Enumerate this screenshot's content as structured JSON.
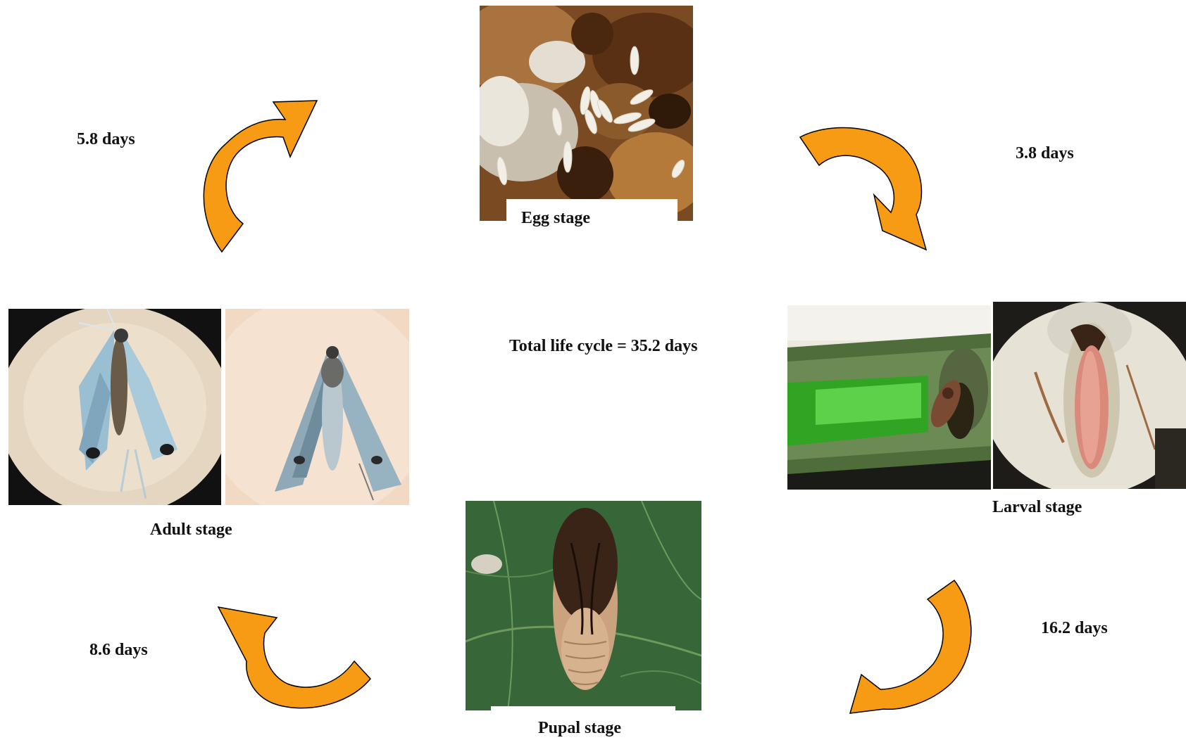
{
  "center_label": "Total life cycle = 35.2 days",
  "stages": {
    "egg": {
      "label": "Egg stage"
    },
    "larval": {
      "label": "Larval stage"
    },
    "pupal": {
      "label": "Pupal stage"
    },
    "adult": {
      "label": "Adult stage"
    }
  },
  "durations": {
    "egg_to_larval": "3.8 days",
    "larval_to_pupal": "16.2 days",
    "pupal_to_adult": "8.6 days",
    "adult_to_egg": "5.8 days"
  },
  "colors": {
    "arrow_fill": "#f79a14",
    "arrow_stroke": "#000000",
    "text": "#111111"
  },
  "photos": {
    "egg": "egg-photo",
    "larval": [
      "larva-on-stem-photo",
      "larva-in-fruit-photo"
    ],
    "pupal": "pupa-on-leaf-photo",
    "adult": [
      "adult-moth-photo-1",
      "adult-moth-photo-2"
    ]
  }
}
